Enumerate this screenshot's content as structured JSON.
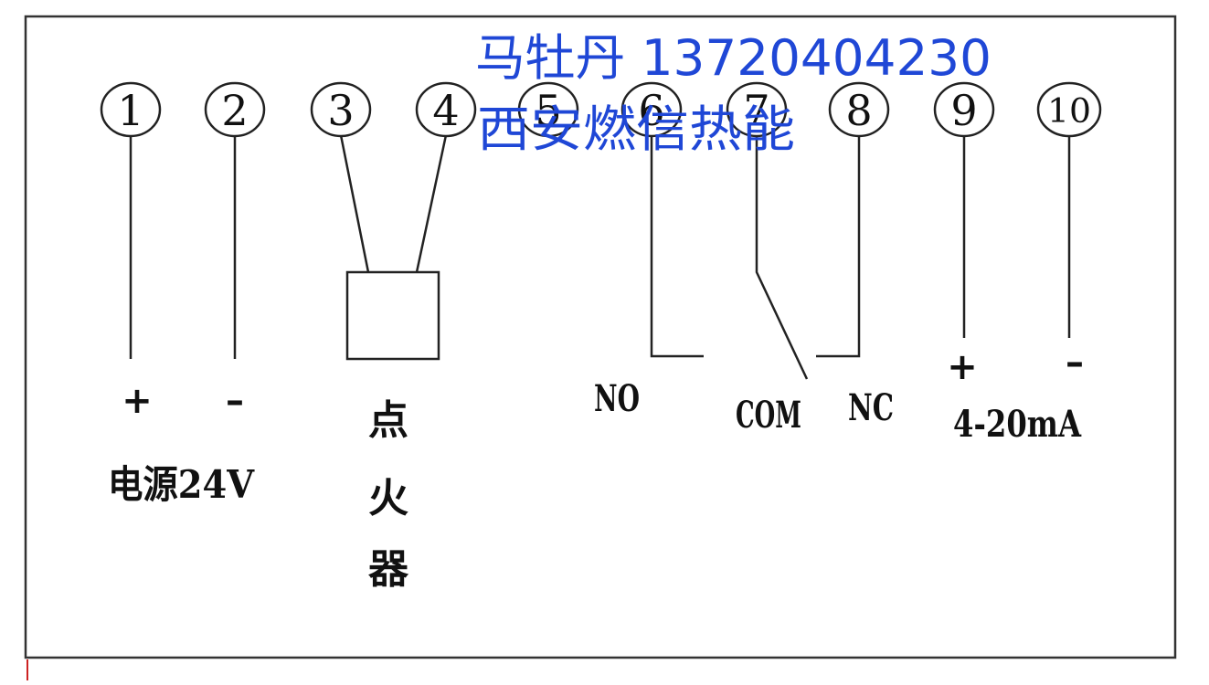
{
  "terminals": [
    {
      "number": "1"
    },
    {
      "number": "2"
    },
    {
      "number": "3"
    },
    {
      "number": "4"
    },
    {
      "number": "5"
    },
    {
      "number": "6"
    },
    {
      "number": "7"
    },
    {
      "number": "8"
    },
    {
      "number": "9"
    },
    {
      "number": "10"
    }
  ],
  "labels": {
    "plus_1": "+",
    "minus_2": "–",
    "power": "电源24V",
    "igniter_1": "点",
    "igniter_2": "火",
    "igniter_3": "器",
    "no": "NO",
    "com": "COM",
    "nc": "NC",
    "plus_9": "+",
    "minus_10": "–",
    "current": "4-20mA"
  },
  "watermark": {
    "line1": "马牡丹 13720404230",
    "line2": "西安燃信热能"
  },
  "colors": {
    "line": "#222222",
    "watermark": "#1f47d6",
    "background": "#ffffff"
  }
}
